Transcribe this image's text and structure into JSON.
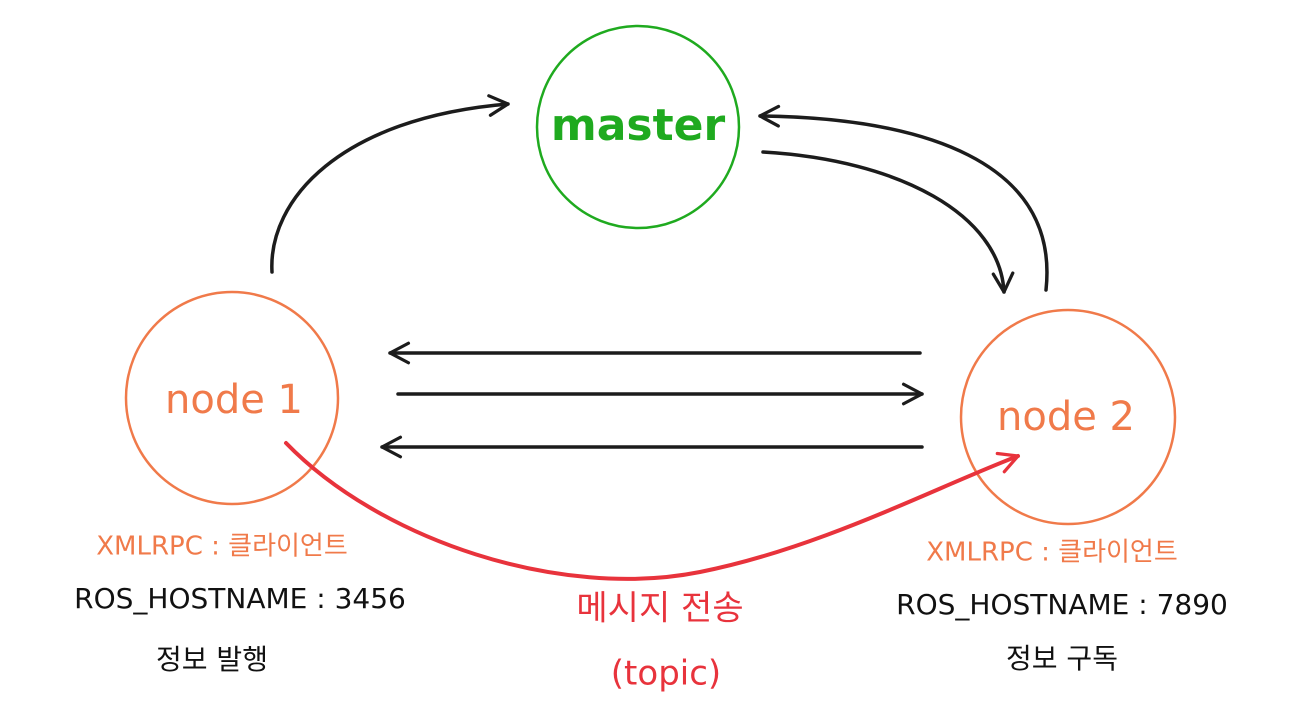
{
  "nodes": {
    "master": {
      "label": "master",
      "color": "#1faa1f"
    },
    "node1": {
      "label": "node 1",
      "color": "#f07a4a"
    },
    "node2": {
      "label": "node 2",
      "color": "#f07a4a"
    }
  },
  "left_info": {
    "xmlrpc": "XMLRPC : 클라이언트",
    "host": "ROS_HOSTNAME : 3456",
    "role": "정보 발행"
  },
  "right_info": {
    "xmlrpc": "XMLRPC : 클라이언트",
    "host": "ROS_HOSTNAME : 7890",
    "role": "정보 구독"
  },
  "message": {
    "label": "메시지 전송",
    "sub": "(topic)",
    "color": "#e8333c"
  },
  "colors": {
    "arrow": "#1c1c1c",
    "info_orange": "#f07a4a",
    "text_black": "#111111"
  }
}
